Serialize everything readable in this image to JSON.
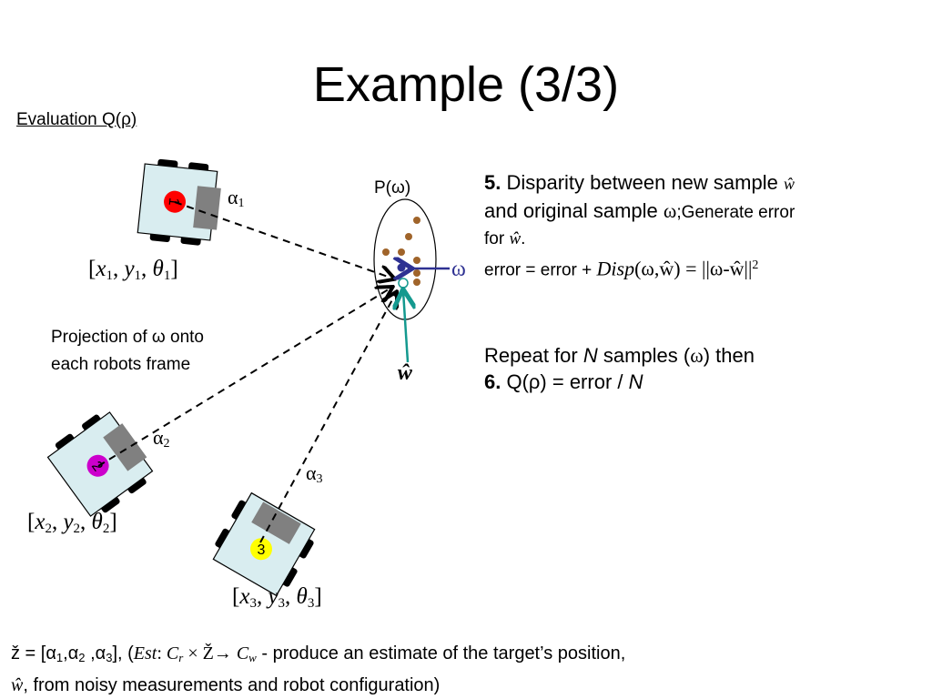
{
  "slide": {
    "title": "Example (3/3)",
    "section_heading": "Evaluation Q(ρ)"
  },
  "diagram": {
    "distribution_label": "P(ω)",
    "sample_label": "ω",
    "estimate_label": "ŵ",
    "projection_note_line1": "Projection of ω onto",
    "projection_note_line2": "each robots frame",
    "robots": [
      {
        "id": "1",
        "marker_color": "#ff0000",
        "alpha": {
          "sym": "α",
          "sub": "1"
        },
        "pose": {
          "x": "x",
          "y": "y",
          "theta": "θ",
          "sub": "1"
        }
      },
      {
        "id": "2",
        "marker_color": "#cc00cc",
        "alpha": {
          "sym": "α",
          "sub": "2"
        },
        "pose": {
          "x": "x",
          "y": "y",
          "theta": "θ",
          "sub": "2"
        }
      },
      {
        "id": "3",
        "marker_color": "#ffff00",
        "alpha": {
          "sym": "α",
          "sub": "3"
        },
        "pose": {
          "x": "x",
          "y": "y",
          "theta": "θ",
          "sub": "3"
        }
      }
    ],
    "colors": {
      "robot_body": "#d9edf0",
      "sensor": "#808080",
      "wheel": "#000000",
      "sample_dots": "#a0642a",
      "omega": "#2e3192",
      "estimate": "#14998f"
    }
  },
  "steps": {
    "step5_num": "5.",
    "step5_text1": " Disparity between new sample ",
    "step5_hat": "ŵ",
    "step5_text2": "and original sample ",
    "step5_omega": "ω",
    "step5_text3": ";Generate error",
    "step5_text4": "for ",
    "step5_hat2": "ŵ",
    "step5_text5": ".",
    "error_lhs": "error = error + ",
    "error_disp": "Disp",
    "error_args": "(ω,ŵ)",
    "error_rhs": " = ||ω-ŵ||",
    "error_sup": "2",
    "repeat_text1": "Repeat for ",
    "repeat_N": "N",
    "repeat_text2": " samples (",
    "repeat_omega": "ω",
    "repeat_text3": ") then",
    "step6_num": "6.",
    "step6_text": " Q(ρ) = error / ",
    "step6_N": "N"
  },
  "footer": {
    "z_def": "ž = [α",
    "s1": "1",
    "c1": ",α",
    "s2": "2",
    "c2": " ,α",
    "s3": "3",
    "c3": "], (",
    "est": "Est",
    "est2": ": ",
    "cr": "C",
    "cr_sub": "r",
    "times": " × Ž→ ",
    "cw": "C",
    "cw_sub": "w",
    "rest1": " - produce an estimate of the target’s position,",
    "hat": "ŵ",
    "rest2": ", from noisy measurements and robot configuration)"
  }
}
